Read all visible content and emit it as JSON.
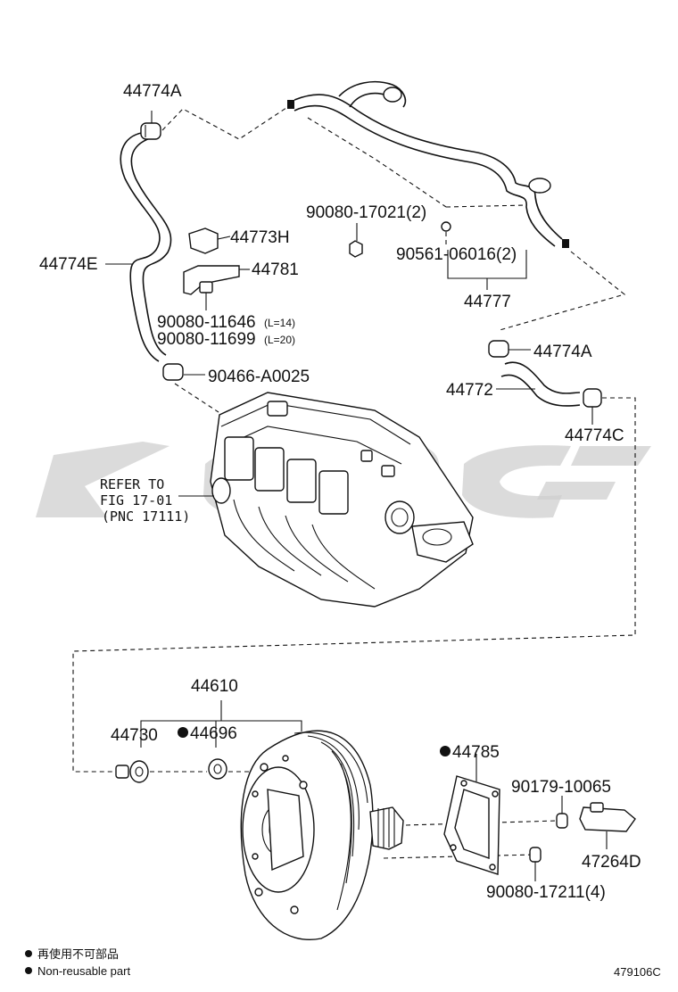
{
  "labels": {
    "p44774A_top": "44774A",
    "p44773H": "44773H",
    "p44774E": "44774E",
    "p44781": "44781",
    "p90080_11646": "90080-11646",
    "p90080_11646_note": "(L=14)",
    "p90080_11699": "90080-11699",
    "p90080_11699_note": "(L=20)",
    "p90466": "90466-A0025",
    "p90080_17021": "90080-17021(2)",
    "p90561": "90561-06016(2)",
    "p44777": "44777",
    "p44774A_mid": "44774A",
    "p44772": "44772",
    "p44774C": "44774C",
    "refer_line1": "REFER TO",
    "refer_line2": "FIG 17-01",
    "refer_line3": "(PNC 17111)",
    "p44610": "44610",
    "p44730": "44730",
    "p44696": "44696",
    "p44785": "44785",
    "p90179": "90179-10065",
    "p47264D": "47264D",
    "p90080_17211": "90080-17211(4)"
  },
  "legend": {
    "cn": "再使用不可部品",
    "en": "Non-reusable part"
  },
  "figure_code": "479106C",
  "colors": {
    "line": "#111111",
    "watermark": "#cfcfcf"
  }
}
